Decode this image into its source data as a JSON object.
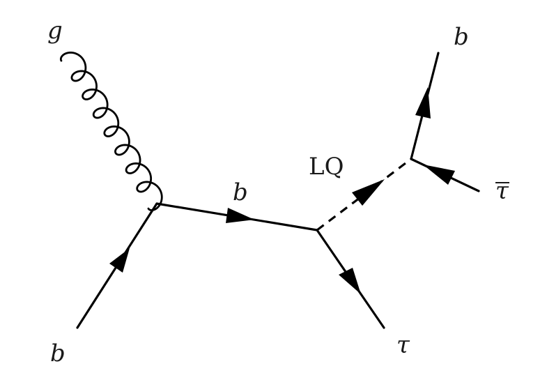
{
  "diagram": {
    "labels": {
      "gluon_in": "g",
      "bquark_in": "b",
      "bquark_propagator": "b",
      "leptoquark": "LQ",
      "tau_out": "τ",
      "bquark_out": "b",
      "antitau_out": "τ"
    }
  }
}
